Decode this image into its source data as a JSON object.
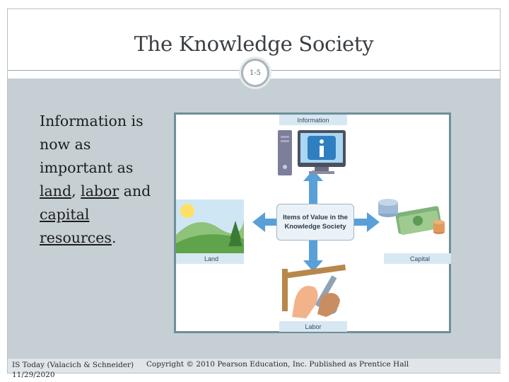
{
  "slide": {
    "title": "The Knowledge Society",
    "slide_number": "1-5"
  },
  "body": {
    "line1": "Information is now as important as ",
    "land": "land",
    "comma": ", ",
    "labor": "labor",
    "and": " and ",
    "capital": "capital",
    "space": " ",
    "resources": "resources",
    "period": "."
  },
  "figure": {
    "top_label": "Information",
    "center_label": "Items of Value in the Knowledge Society",
    "left_label": "Land",
    "right_label": "Capital",
    "bottom_label": "Labor"
  },
  "footer": {
    "source": "IS Today (Valacich & Schneider)",
    "date": "11/29/2020",
    "copyright": "Copyright © 2010 Pearson Education, Inc. Published as Prentice Hall"
  },
  "colors": {
    "content_band": "#c5cfd4",
    "figure_border": "#6f8f9a",
    "arrow": "#5aa0d8",
    "label_bar": "#d7e8f3"
  },
  "icons": [
    "computer-icon",
    "info-icon",
    "landscape-icon",
    "money-icon",
    "coins-icon",
    "tools-icon",
    "hands-icon"
  ]
}
